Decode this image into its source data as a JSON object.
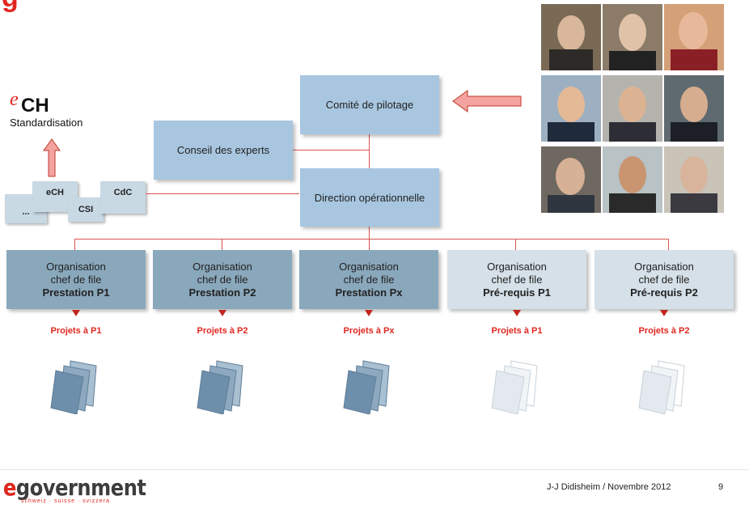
{
  "top_left_partial": "g",
  "ech_logo": {
    "e": "e",
    "ch": "CH",
    "subtitle": "Standardisation"
  },
  "small_boxes": {
    "dots": "...",
    "ech": "eCH",
    "csi": "CSI",
    "cdc": "CdC"
  },
  "comite": "Comité de pilotage",
  "conseil": "Conseil des experts",
  "direction": "Direction opérationnelle",
  "orgs": [
    {
      "l1": "Organisation",
      "l2": "chef de file",
      "l3": "Prestation P1",
      "style": "dark",
      "project": "Projets à P1"
    },
    {
      "l1": "Organisation",
      "l2": "chef de file",
      "l3": "Prestation P2",
      "style": "dark",
      "project": "Projets à P2"
    },
    {
      "l1": "Organisation",
      "l2": "chef de file",
      "l3": "Prestation Px",
      "style": "dark",
      "project": "Projets à Px"
    },
    {
      "l1": "Organisation",
      "l2": "chef de file",
      "l3": "Pré-requis P1",
      "style": "light",
      "project": "Projets à P1"
    },
    {
      "l1": "Organisation",
      "l2": "chef de file",
      "l3": "Pré-requis P2",
      "style": "light",
      "project": "Projets à P2"
    }
  ],
  "footer": {
    "logo_main": "egovernment",
    "logo_sub": "schweiz · suisse · svizzera",
    "author_date": "J-J Didisheim / Novembre 2012",
    "page": "9"
  },
  "colors": {
    "accent_red": "#e0261f",
    "box_blue": "#a8c6e0",
    "box_dark": "#8aa8bc",
    "box_light": "#d5e0e8",
    "line": "#d9534f"
  }
}
